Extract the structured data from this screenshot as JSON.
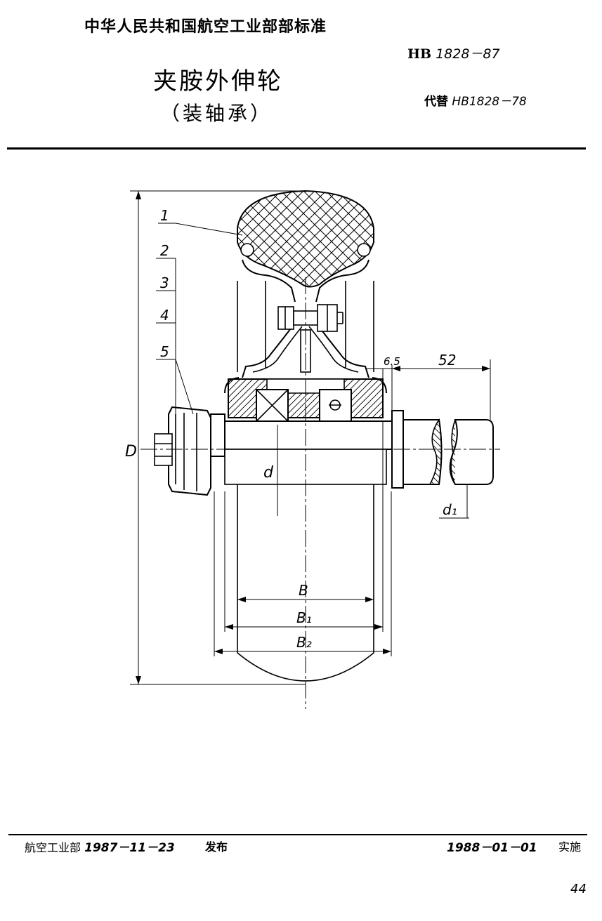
{
  "header": {
    "organization": "中华人民共和国航空工业部部标准",
    "title": "夹胺外伸轮",
    "subtitle": "（装轴承）",
    "standard_prefix": "HB",
    "standard_number": "1828－87",
    "replaces_label": "代替",
    "replaces_number": "HB1828－78"
  },
  "drawing": {
    "part_labels": [
      "1",
      "2",
      "3",
      "4",
      "5"
    ],
    "dimension_labels": {
      "D": "D",
      "d": "d",
      "d1": "d₁",
      "B": "B",
      "B1": "B₁",
      "B2": "B₂",
      "gap": "6.5",
      "shaft_length": "52"
    }
  },
  "footer": {
    "issuer": "航空工业部",
    "issue_date": "1987－11－23",
    "issue_label": "发布",
    "effective_date": "1988－01－01",
    "effective_label": "实施"
  },
  "page_number": "44"
}
